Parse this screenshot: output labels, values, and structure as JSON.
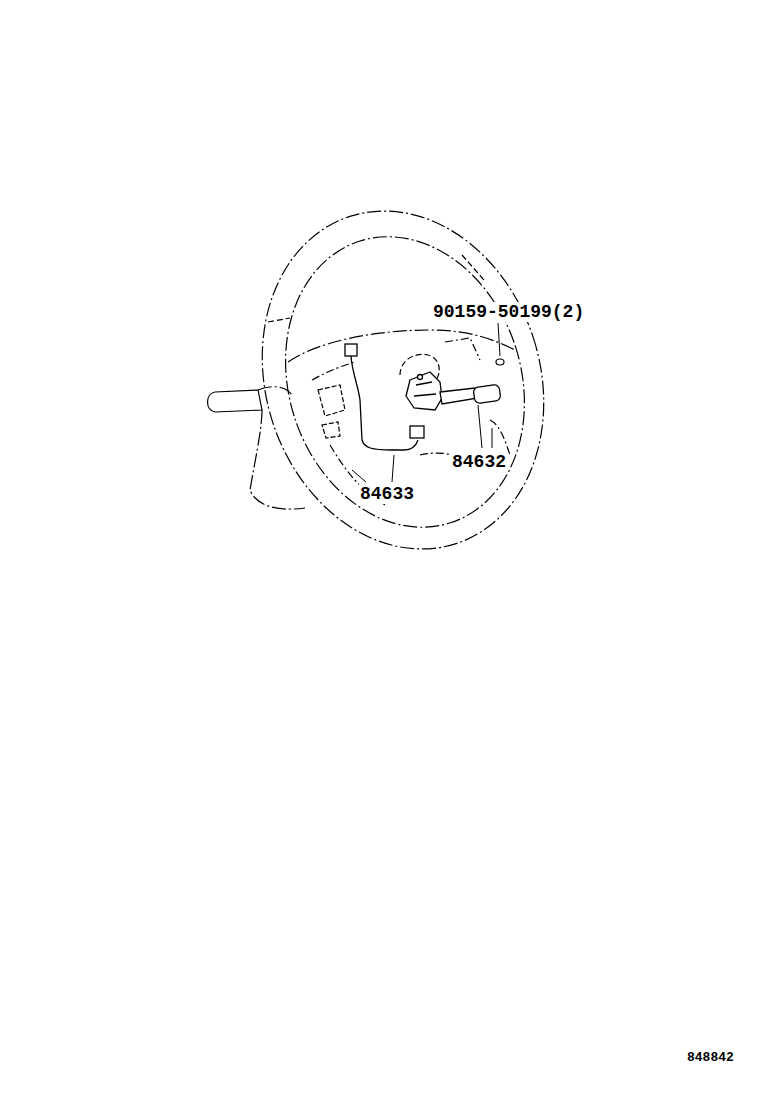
{
  "diagram": {
    "labels": [
      "90159-50199(2)",
      "84632",
      "84633",
      "848842"
    ]
  }
}
